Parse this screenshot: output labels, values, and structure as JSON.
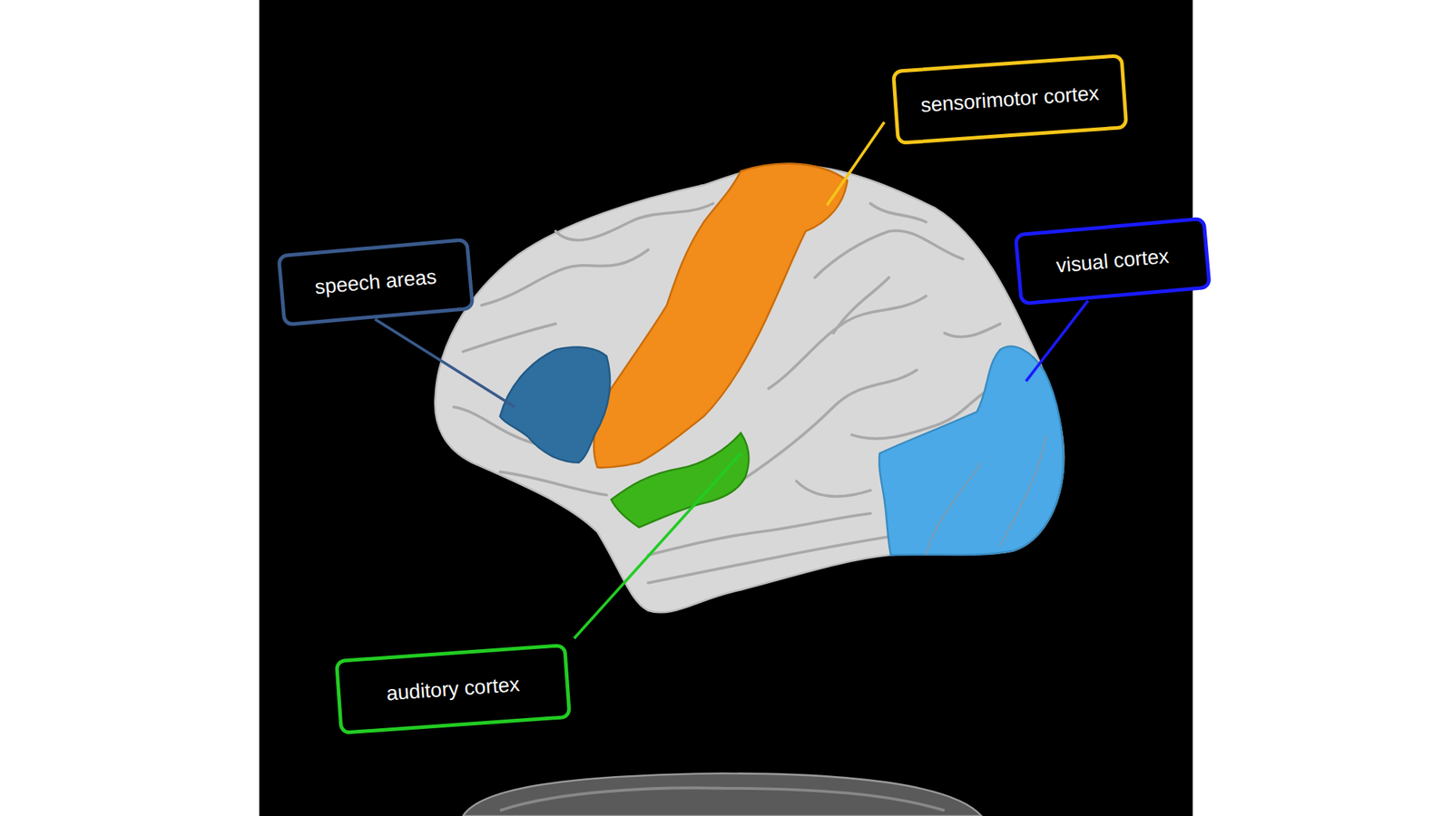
{
  "diagram": {
    "nodes": [
      {
        "text": [
          "sensorimotor cortex"
        ]
      },
      {
        "text": [
          "visual cortex"
        ]
      },
      {
        "text": [
          "speech areas"
        ]
      },
      {
        "text": [
          "auditory cortex"
        ]
      }
    ]
  }
}
